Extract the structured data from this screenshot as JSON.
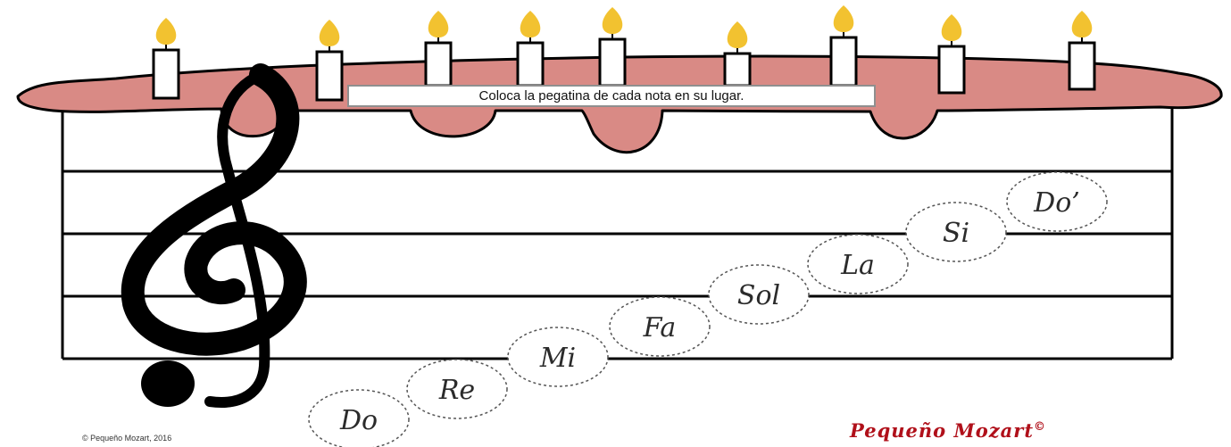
{
  "instruction": "Coloca la pegatina de cada nota en su lugar.",
  "notes": [
    "Do",
    "Re",
    "Mi",
    "Fa",
    "Sol",
    "La",
    "Si",
    "Do’"
  ],
  "footer": {
    "copyright": "© Pequeño Mozart, 2016",
    "brand": "Pequeño Mozart",
    "brand_mark": "©"
  },
  "colors": {
    "frosting": "#d98a85",
    "outline": "#000000",
    "flame": "#f2c230",
    "candle": "#ffffff",
    "brand": "#b0101a"
  },
  "icons": [
    "treble-clef-icon",
    "candle-icon",
    "flame-icon"
  ]
}
